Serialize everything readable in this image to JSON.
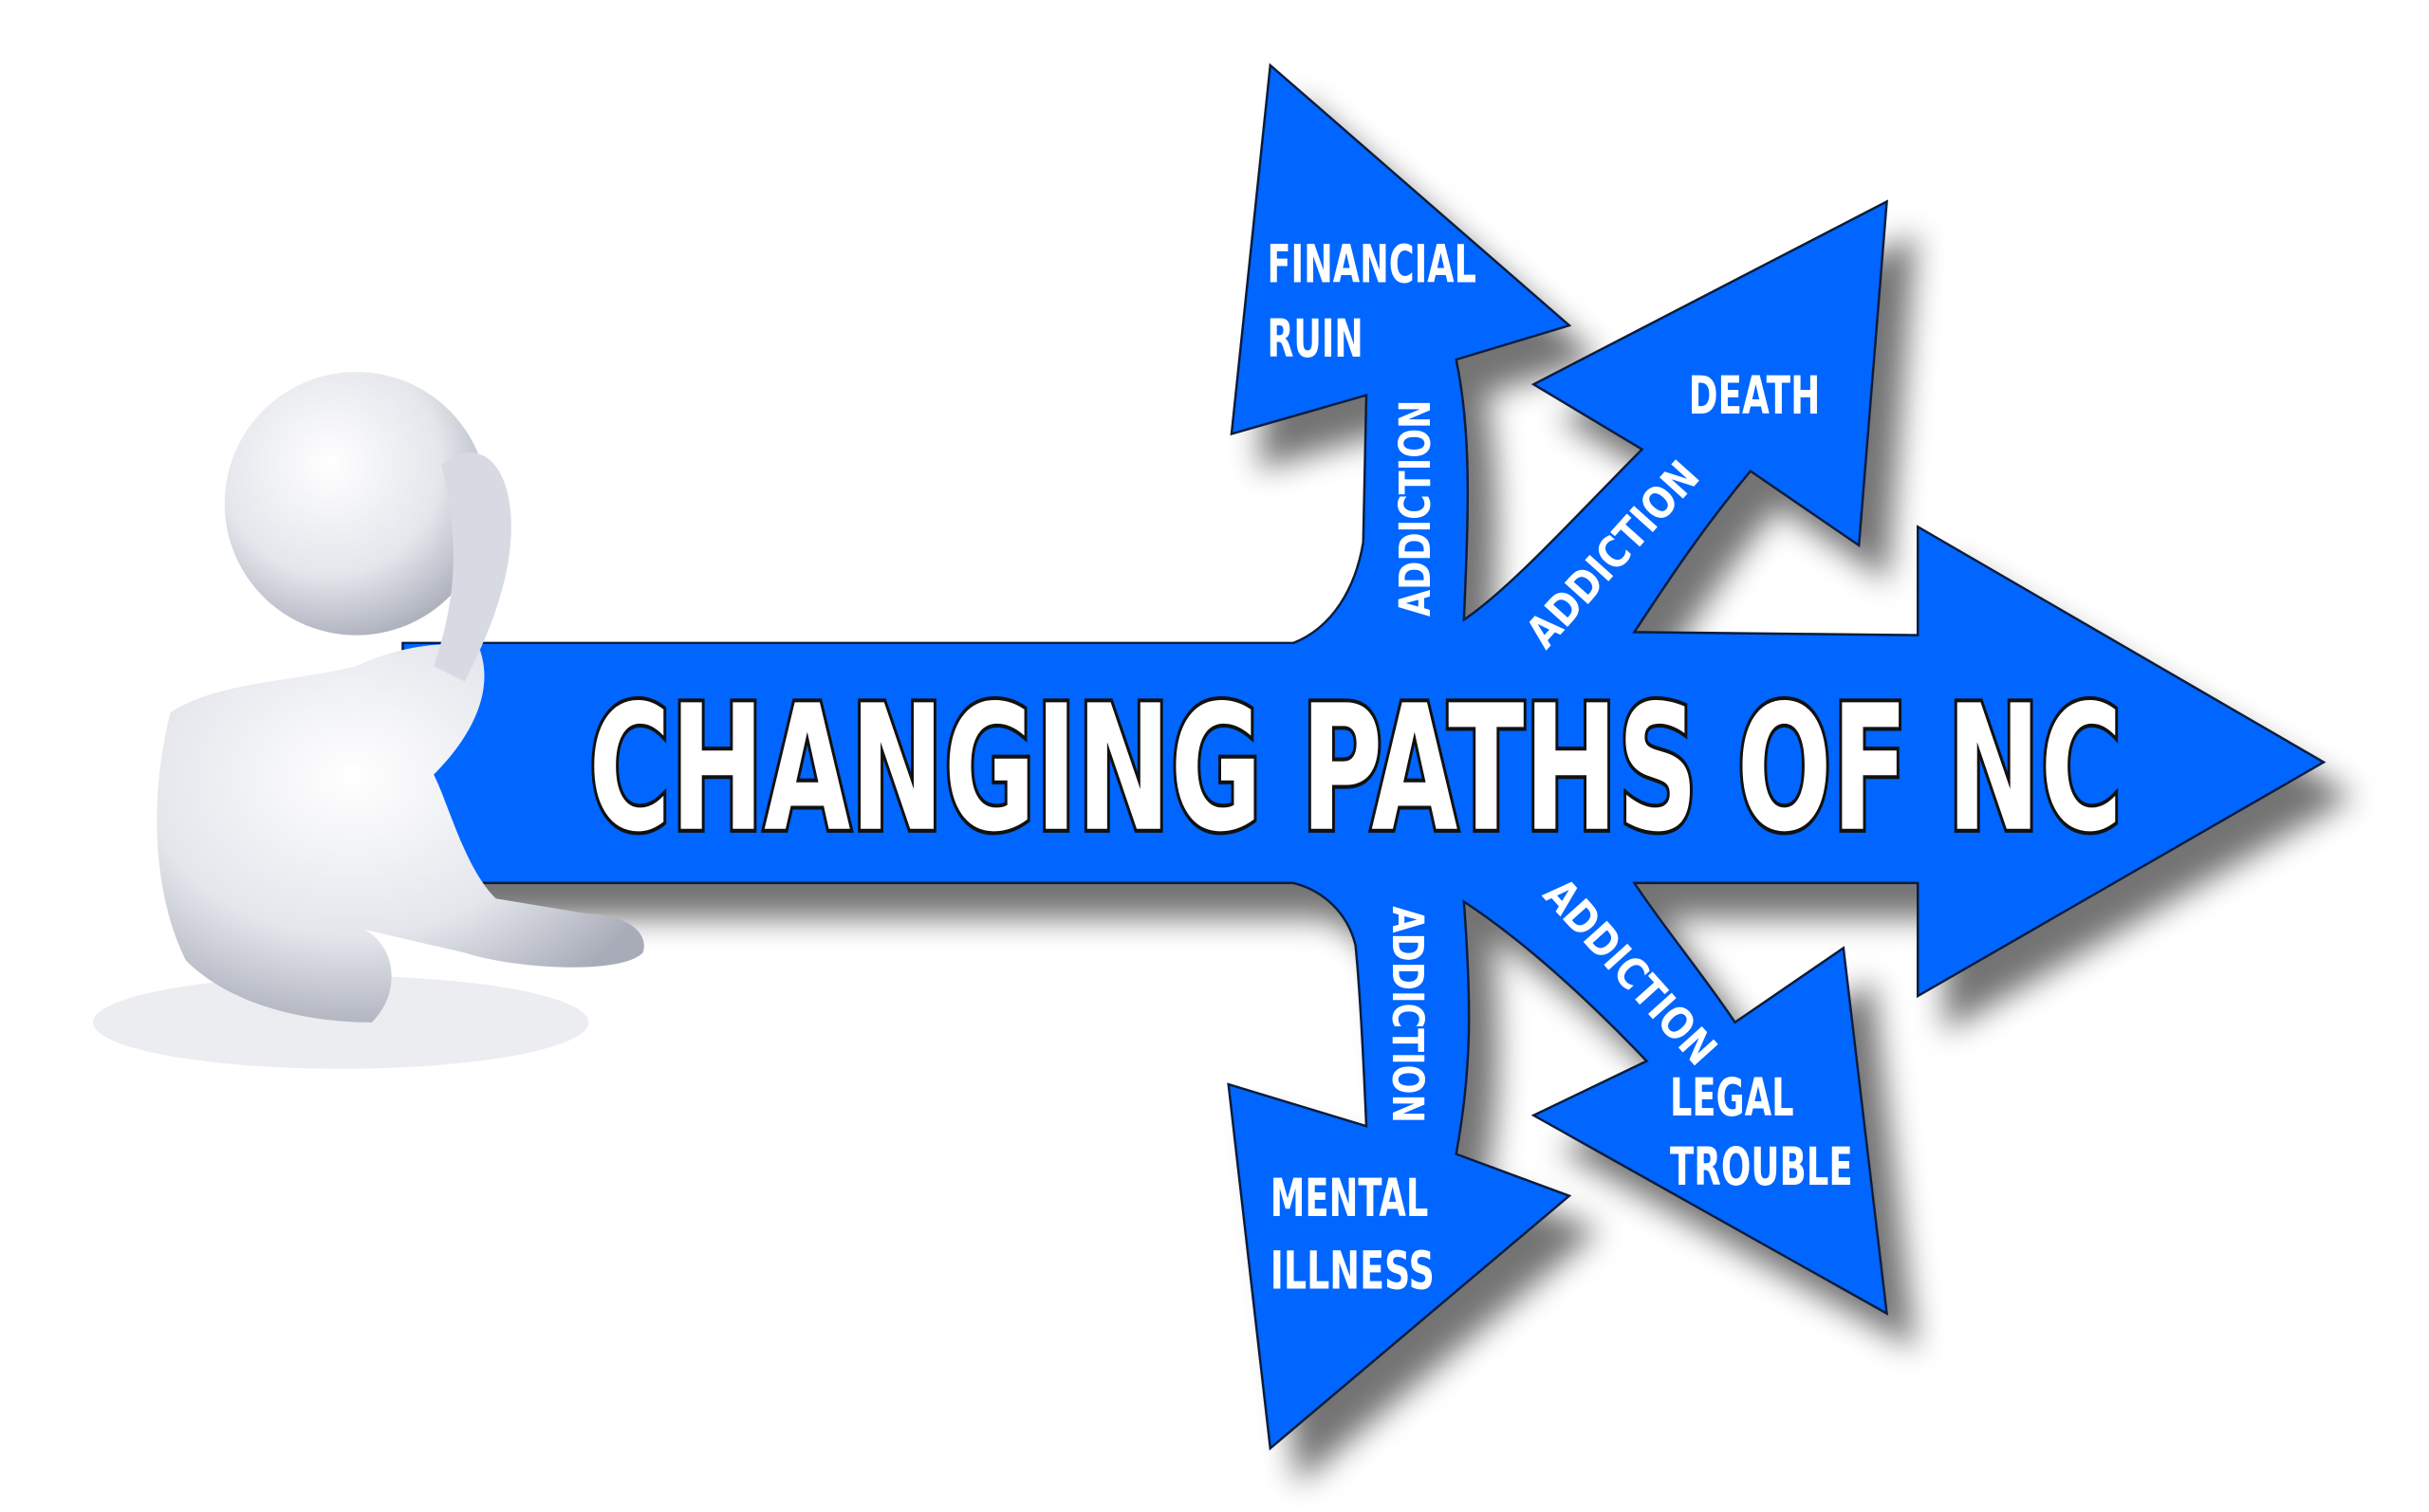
{
  "title": "CHANGING PATHS OF NC",
  "colors": {
    "arrow": "#0066ff",
    "outline": "#0a1a3a",
    "text": "#ffffff"
  },
  "branches": [
    {
      "id": "financial",
      "connector": "ADDICTION",
      "line1": "FINANCIAL",
      "line2": "RUIN"
    },
    {
      "id": "death",
      "connector": "ADDICTION",
      "line1": "DEATH",
      "line2": ""
    },
    {
      "id": "mental",
      "connector": "ADDICTION",
      "line1": "MENTAL",
      "line2": "ILLNESS"
    },
    {
      "id": "legal",
      "connector": "ADDICTION",
      "line1": "LEGAL",
      "line2": "TROUBLE"
    }
  ]
}
